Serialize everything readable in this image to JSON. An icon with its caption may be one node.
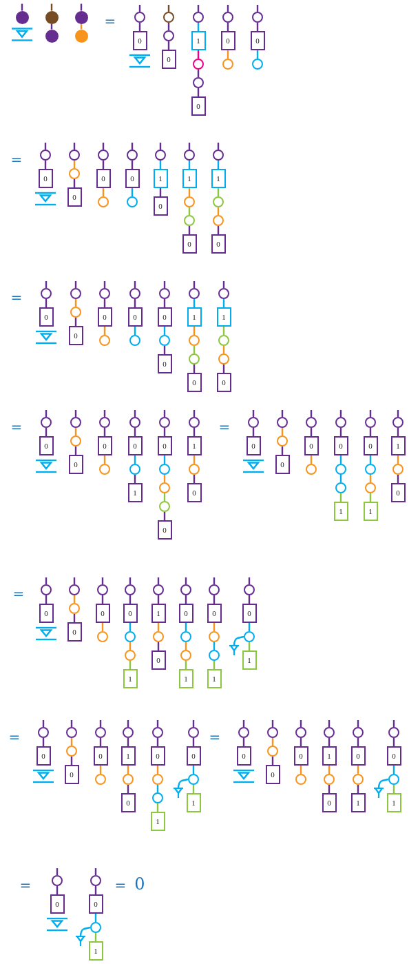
{
  "diagram": {
    "nodes": [
      {
        "text": [],
        "shape": "circle"
      },
      {
        "text": [],
        "shape": "circle"
      },
      {
        "text": [],
        "shape": "circle"
      },
      {
        "text": [],
        "shape": "circle"
      },
      {
        "text": [],
        "shape": "circle"
      },
      {
        "text": [],
        "shape": "circle"
      },
      {
        "text": [
          "0"
        ]
      },
      {
        "text": [],
        "shape": "circle"
      },
      {
        "text": [],
        "shape": "circle"
      },
      {
        "text": [
          "0"
        ]
      },
      {
        "text": [],
        "shape": "circle"
      },
      {
        "text": [
          "1"
        ]
      },
      {
        "text": [],
        "shape": "circle"
      },
      {
        "text": [],
        "shape": "circle"
      },
      {
        "text": [
          "0"
        ]
      },
      {
        "text": [],
        "shape": "circle"
      },
      {
        "text": [
          "0"
        ]
      },
      {
        "text": [],
        "shape": "circle"
      },
      {
        "text": [],
        "shape": "circle"
      },
      {
        "text": [
          "0"
        ]
      },
      {
        "text": [],
        "shape": "circle"
      },
      {
        "text": [],
        "shape": "circle"
      },
      {
        "text": [
          "0"
        ]
      },
      {
        "text": [],
        "shape": "circle"
      },
      {
        "text": [],
        "shape": "circle"
      },
      {
        "text": [
          "0"
        ]
      },
      {
        "text": [],
        "shape": "circle"
      },
      {
        "text": [
          "0"
        ]
      },
      {
        "text": [],
        "shape": "circle"
      },
      {
        "text": [],
        "shape": "circle"
      },
      {
        "text": [
          "0"
        ]
      },
      {
        "text": [],
        "shape": "circle"
      },
      {
        "text": [],
        "shape": "circle"
      },
      {
        "text": [
          "1"
        ]
      },
      {
        "text": [
          "0"
        ]
      },
      {
        "text": [],
        "shape": "circle"
      },
      {
        "text": [
          "1"
        ]
      },
      {
        "text": [],
        "shape": "circle"
      },
      {
        "text": [],
        "shape": "circle"
      },
      {
        "text": [
          "0"
        ]
      },
      {
        "text": [],
        "shape": "circle"
      },
      {
        "text": [
          "1"
        ]
      },
      {
        "text": [],
        "shape": "circle"
      },
      {
        "text": [],
        "shape": "circle"
      },
      {
        "text": [
          "0"
        ]
      },
      {
        "text": [],
        "shape": "circle"
      },
      {
        "text": [
          "0"
        ]
      },
      {
        "text": [],
        "shape": "circle"
      },
      {
        "text": [],
        "shape": "circle"
      },
      {
        "text": [
          "0"
        ]
      },
      {
        "text": [],
        "shape": "circle"
      },
      {
        "text": [
          "0"
        ]
      },
      {
        "text": [],
        "shape": "circle"
      },
      {
        "text": [],
        "shape": "circle"
      },
      {
        "text": [
          "0"
        ]
      },
      {
        "text": [],
        "shape": "circle"
      },
      {
        "text": [],
        "shape": "circle"
      },
      {
        "text": [
          "0"
        ]
      },
      {
        "text": [],
        "shape": "circle"
      },
      {
        "text": [
          "0"
        ]
      },
      {
        "text": [],
        "shape": "circle"
      },
      {
        "text": [
          "1"
        ]
      },
      {
        "text": [],
        "shape": "circle"
      },
      {
        "text": [],
        "shape": "circle"
      },
      {
        "text": [
          "0"
        ]
      },
      {
        "text": [],
        "shape": "circle"
      },
      {
        "text": [
          "1"
        ]
      },
      {
        "text": [],
        "shape": "circle"
      },
      {
        "text": [],
        "shape": "circle"
      },
      {
        "text": [
          "0"
        ]
      },
      {
        "text": [],
        "shape": "circle"
      },
      {
        "text": [
          "0"
        ]
      },
      {
        "text": [],
        "shape": "circle"
      },
      {
        "text": [],
        "shape": "circle"
      },
      {
        "text": [
          "0"
        ]
      },
      {
        "text": [],
        "shape": "circle"
      },
      {
        "text": [
          "0"
        ]
      },
      {
        "text": [],
        "shape": "circle"
      },
      {
        "text": [],
        "shape": "circle"
      },
      {
        "text": [
          "0"
        ]
      },
      {
        "text": [],
        "shape": "circle"
      },
      {
        "text": [
          "1"
        ]
      },
      {
        "text": [],
        "shape": "circle"
      },
      {
        "text": [
          "0"
        ]
      },
      {
        "text": [],
        "shape": "circle"
      },
      {
        "text": [],
        "shape": "circle"
      },
      {
        "text": [],
        "shape": "circle"
      },
      {
        "text": [
          "0"
        ]
      },
      {
        "text": [],
        "shape": "circle"
      },
      {
        "text": [
          "1"
        ]
      },
      {
        "text": [],
        "shape": "circle"
      },
      {
        "text": [
          "0"
        ]
      },
      {
        "text": [],
        "shape": "circle"
      },
      {
        "text": [
          "0"
        ]
      },
      {
        "text": [],
        "shape": "circle"
      },
      {
        "text": [],
        "shape": "circle"
      },
      {
        "text": [
          "0"
        ]
      },
      {
        "text": [],
        "shape": "circle"
      },
      {
        "text": [
          "0"
        ]
      },
      {
        "text": [],
        "shape": "circle"
      },
      {
        "text": [],
        "shape": "circle"
      },
      {
        "text": [
          "0"
        ]
      },
      {
        "text": [],
        "shape": "circle"
      },
      {
        "text": [],
        "shape": "circle"
      },
      {
        "text": [
          "1"
        ]
      },
      {
        "text": [],
        "shape": "circle"
      },
      {
        "text": [
          "0"
        ]
      },
      {
        "text": [],
        "shape": "circle"
      },
      {
        "text": [],
        "shape": "circle"
      },
      {
        "text": [
          "1"
        ]
      },
      {
        "text": [],
        "shape": "circle"
      },
      {
        "text": [
          "1"
        ]
      },
      {
        "text": [],
        "shape": "circle"
      },
      {
        "text": [
          "0"
        ]
      },
      {
        "text": [],
        "shape": "circle"
      },
      {
        "text": [
          "0"
        ]
      },
      {
        "text": [],
        "shape": "circle"
      },
      {
        "text": [],
        "shape": "circle"
      },
      {
        "text": [
          "0"
        ]
      },
      {
        "text": [],
        "shape": "circle"
      },
      {
        "text": [
          "0"
        ]
      },
      {
        "text": [],
        "shape": "circle"
      },
      {
        "text": [],
        "shape": "circle"
      },
      {
        "text": [
          "0"
        ]
      },
      {
        "text": [],
        "shape": "circle"
      },
      {
        "text": [],
        "shape": "circle"
      },
      {
        "text": [
          "1"
        ]
      },
      {
        "text": [],
        "shape": "circle"
      },
      {
        "text": [
          "1"
        ]
      },
      {
        "text": [],
        "shape": "circle"
      },
      {
        "text": [
          "0"
        ]
      },
      {
        "text": [],
        "shape": "circle"
      },
      {
        "text": [
          "0"
        ]
      },
      {
        "text": [],
        "shape": "circle"
      },
      {
        "text": [],
        "shape": "circle"
      },
      {
        "text": [
          "1"
        ]
      },
      {
        "text": [],
        "shape": "circle"
      },
      {
        "text": [
          "0"
        ]
      },
      {
        "text": [],
        "shape": "circle"
      },
      {
        "text": [],
        "shape": "circle"
      },
      {
        "text": [
          "1"
        ]
      },
      {
        "text": [],
        "shape": "circle"
      },
      {
        "text": [
          "0"
        ]
      },
      {
        "text": [],
        "shape": "circle"
      },
      {
        "text": [
          "1"
        ]
      },
      {
        "text": [],
        "shape": "circle"
      },
      {
        "text": [
          "0"
        ]
      },
      {
        "text": [],
        "shape": "circle"
      },
      {
        "text": [],
        "shape": "circle"
      },
      {
        "text": [
          "0"
        ]
      },
      {
        "text": [],
        "shape": "circle"
      },
      {
        "text": [
          "0"
        ]
      },
      {
        "text": [],
        "shape": "circle"
      },
      {
        "text": [],
        "shape": "circle"
      },
      {
        "text": [
          "1"
        ]
      },
      {
        "text": [],
        "shape": "circle"
      },
      {
        "text": [
          "0"
        ]
      },
      {
        "text": [],
        "shape": "circle"
      },
      {
        "text": [
          "0"
        ]
      },
      {
        "text": [],
        "shape": "circle"
      },
      {
        "text": [],
        "shape": "circle"
      },
      {
        "text": [
          "1"
        ]
      },
      {
        "text": [],
        "shape": "circle"
      },
      {
        "text": [
          "0"
        ]
      },
      {
        "text": [],
        "shape": "circle"
      },
      {
        "text": [
          "1"
        ]
      },
      {
        "text": [],
        "shape": "circle"
      },
      {
        "text": [
          "0"
        ]
      },
      {
        "text": [],
        "shape": "circle"
      },
      {
        "text": [],
        "shape": "circle"
      },
      {
        "text": [
          "0"
        ]
      },
      {
        "text": [],
        "shape": "circle"
      },
      {
        "text": [
          "0"
        ]
      },
      {
        "text": [],
        "shape": "circle"
      },
      {
        "text": [],
        "shape": "circle"
      },
      {
        "text": [
          "1"
        ]
      },
      {
        "text": [],
        "shape": "circle"
      },
      {
        "text": [
          "0"
        ]
      },
      {
        "text": [],
        "shape": "circle"
      },
      {
        "text": [
          "0"
        ]
      },
      {
        "text": [],
        "shape": "circle"
      },
      {
        "text": [
          "1"
        ]
      },
      {
        "text": [],
        "shape": "circle"
      },
      {
        "text": [
          "0"
        ]
      },
      {
        "text": [],
        "shape": "circle"
      },
      {
        "text": [
          "1"
        ]
      },
      {
        "text": [],
        "shape": "circle"
      },
      {
        "text": [
          "0"
        ]
      },
      {
        "text": [],
        "shape": "circle"
      },
      {
        "text": [
          "0"
        ]
      },
      {
        "text": [],
        "shape": "circle"
      },
      {
        "text": [
          "1"
        ]
      },
      {
        "text": [],
        "shape": "ground"
      },
      {
        "text": [],
        "shape": "ground"
      },
      {
        "text": [],
        "shape": "ground"
      },
      {
        "text": [],
        "shape": "ground"
      }
    ],
    "edges": [
      {
        "from": 1,
        "to": 2,
        "arrow": "none"
      },
      {
        "from": 3,
        "to": 4,
        "arrow": "none",
        "color": "#f7941d"
      },
      {
        "from": 5,
        "to": 6,
        "arrow": "none"
      },
      {
        "from": 7,
        "to": 8,
        "arrow": "none"
      },
      {
        "from": 8,
        "to": 9,
        "arrow": "none"
      },
      {
        "from": 10,
        "to": 11,
        "arrow": "none",
        "color": "#00aeef"
      },
      {
        "from": 11,
        "to": 12,
        "arrow": "none",
        "color": "#ec008c"
      },
      {
        "from": 12,
        "to": 13,
        "arrow": "none"
      },
      {
        "from": 13,
        "to": 14,
        "arrow": "none"
      },
      {
        "from": 15,
        "to": 16,
        "arrow": "none"
      },
      {
        "from": 16,
        "to": 17,
        "arrow": "none",
        "color": "#f7941d"
      },
      {
        "from": 18,
        "to": 19,
        "arrow": "none"
      },
      {
        "from": 19,
        "to": 20,
        "arrow": "none",
        "color": "#00aeef"
      },
      {
        "from": 21,
        "to": 22,
        "arrow": "none"
      },
      {
        "from": 23,
        "to": 24,
        "arrow": "none",
        "color": "#f7941d"
      },
      {
        "from": 24,
        "to": 25,
        "arrow": "none"
      },
      {
        "from": 26,
        "to": 27,
        "arrow": "none"
      },
      {
        "from": 27,
        "to": 28,
        "arrow": "none",
        "color": "#f7941d"
      },
      {
        "from": 29,
        "to": 30,
        "arrow": "none"
      },
      {
        "from": 30,
        "to": 31,
        "arrow": "none",
        "color": "#00aeef"
      },
      {
        "from": 32,
        "to": 33,
        "arrow": "none",
        "color": "#00aeef"
      },
      {
        "from": 33,
        "to": 34,
        "arrow": "none"
      },
      {
        "from": 35,
        "to": 36,
        "arrow": "none",
        "color": "#00aeef"
      },
      {
        "from": 36,
        "to": 37,
        "arrow": "none",
        "color": "#f7941d"
      },
      {
        "from": 37,
        "to": 38,
        "arrow": "none",
        "color": "#8dc63f"
      },
      {
        "from": 38,
        "to": 39,
        "arrow": "none"
      },
      {
        "from": 40,
        "to": 41,
        "arrow": "none",
        "color": "#00aeef"
      },
      {
        "from": 41,
        "to": 42,
        "arrow": "none",
        "color": "#8dc63f"
      },
      {
        "from": 42,
        "to": 43,
        "arrow": "none",
        "color": "#f7941d"
      },
      {
        "from": 43,
        "to": 44,
        "arrow": "none"
      },
      {
        "from": 45,
        "to": 46,
        "arrow": "none"
      },
      {
        "from": 47,
        "to": 48,
        "arrow": "none",
        "color": "#f7941d"
      },
      {
        "from": 48,
        "to": 49,
        "arrow": "none"
      },
      {
        "from": 50,
        "to": 51,
        "arrow": "none"
      },
      {
        "from": 51,
        "to": 52,
        "arrow": "none",
        "color": "#f7941d"
      },
      {
        "from": 53,
        "to": 54,
        "arrow": "none"
      },
      {
        "from": 54,
        "to": 55,
        "arrow": "none",
        "color": "#00aeef"
      },
      {
        "from": 56,
        "to": 57,
        "arrow": "none"
      },
      {
        "from": 57,
        "to": 58,
        "arrow": "none",
        "color": "#00aeef"
      },
      {
        "from": 58,
        "to": 59,
        "arrow": "none"
      },
      {
        "from": 60,
        "to": 61,
        "arrow": "none",
        "color": "#00aeef"
      },
      {
        "from": 61,
        "to": 62,
        "arrow": "none",
        "color": "#f7941d"
      },
      {
        "from": 62,
        "to": 63,
        "arrow": "none",
        "color": "#8dc63f"
      },
      {
        "from": 63,
        "to": 64,
        "arrow": "none"
      },
      {
        "from": 65,
        "to": 66,
        "arrow": "none",
        "color": "#00aeef"
      },
      {
        "from": 66,
        "to": 67,
        "arrow": "none",
        "color": "#8dc63f"
      },
      {
        "from": 67,
        "to": 68,
        "arrow": "none",
        "color": "#f7941d"
      },
      {
        "from": 68,
        "to": 69,
        "arrow": "none"
      },
      {
        "from": 70,
        "to": 71,
        "arrow": "none"
      },
      {
        "from": 72,
        "to": 73,
        "arrow": "none",
        "color": "#f7941d"
      },
      {
        "from": 73,
        "to": 74,
        "arrow": "none"
      },
      {
        "from": 75,
        "to": 76,
        "arrow": "none"
      },
      {
        "from": 76,
        "to": 77,
        "arrow": "none",
        "color": "#f7941d"
      },
      {
        "from": 78,
        "to": 79,
        "arrow": "none"
      },
      {
        "from": 79,
        "to": 80,
        "arrow": "none",
        "color": "#00aeef"
      },
      {
        "from": 80,
        "to": 81,
        "arrow": "none"
      },
      {
        "from": 82,
        "to": 83,
        "arrow": "none"
      },
      {
        "from": 83,
        "to": 84,
        "arrow": "none",
        "color": "#00aeef"
      },
      {
        "from": 84,
        "to": 85,
        "arrow": "none",
        "color": "#f7941d"
      },
      {
        "from": 85,
        "to": 86,
        "arrow": "none",
        "color": "#8dc63f"
      },
      {
        "from": 86,
        "to": 87,
        "arrow": "none"
      },
      {
        "from": 88,
        "to": 89,
        "arrow": "none"
      },
      {
        "from": 89,
        "to": 90,
        "arrow": "none",
        "color": "#f7941d"
      },
      {
        "from": 90,
        "to": 91,
        "arrow": "none"
      },
      {
        "from": 92,
        "to": 93,
        "arrow": "none"
      },
      {
        "from": 94,
        "to": 95,
        "arrow": "none",
        "color": "#f7941d"
      },
      {
        "from": 95,
        "to": 96,
        "arrow": "none"
      },
      {
        "from": 97,
        "to": 98,
        "arrow": "none"
      },
      {
        "from": 98,
        "to": 99,
        "arrow": "none",
        "color": "#f7941d"
      },
      {
        "from": 100,
        "to": 101,
        "arrow": "none"
      },
      {
        "from": 101,
        "to": 102,
        "arrow": "none",
        "color": "#00aeef"
      },
      {
        "from": 102,
        "to": 103,
        "arrow": "none",
        "color": "#00aeef"
      },
      {
        "from": 103,
        "to": 104,
        "arrow": "none",
        "color": "#8dc63f"
      },
      {
        "from": 105,
        "to": 106,
        "arrow": "none"
      },
      {
        "from": 106,
        "to": 107,
        "arrow": "none",
        "color": "#00aeef"
      },
      {
        "from": 107,
        "to": 108,
        "arrow": "none",
        "color": "#f7941d"
      },
      {
        "from": 108,
        "to": 109,
        "arrow": "none",
        "color": "#8dc63f"
      },
      {
        "from": 110,
        "to": 111,
        "arrow": "none"
      },
      {
        "from": 111,
        "to": 112,
        "arrow": "none",
        "color": "#f7941d"
      },
      {
        "from": 112,
        "to": 113,
        "arrow": "none"
      },
      {
        "from": 114,
        "to": 115,
        "arrow": "none"
      },
      {
        "from": 116,
        "to": 117,
        "arrow": "none",
        "color": "#f7941d"
      },
      {
        "from": 117,
        "to": 118,
        "arrow": "none"
      },
      {
        "from": 119,
        "to": 120,
        "arrow": "none"
      },
      {
        "from": 120,
        "to": 121,
        "arrow": "none",
        "color": "#f7941d"
      },
      {
        "from": 122,
        "to": 123,
        "arrow": "none"
      },
      {
        "from": 123,
        "to": 124,
        "arrow": "none",
        "color": "#00aeef"
      },
      {
        "from": 124,
        "to": 125,
        "arrow": "none",
        "color": "#f7941d"
      },
      {
        "from": 125,
        "to": 126,
        "arrow": "none",
        "color": "#8dc63f"
      },
      {
        "from": 127,
        "to": 128,
        "arrow": "none"
      },
      {
        "from": 128,
        "to": 129,
        "arrow": "none",
        "color": "#f7941d"
      },
      {
        "from": 129,
        "to": 130,
        "arrow": "none"
      },
      {
        "from": 131,
        "to": 132,
        "arrow": "none"
      },
      {
        "from": 132,
        "to": 133,
        "arrow": "none",
        "color": "#00aeef"
      },
      {
        "from": 133,
        "to": 134,
        "arrow": "none",
        "color": "#f7941d"
      },
      {
        "from": 134,
        "to": 135,
        "arrow": "none",
        "color": "#8dc63f"
      },
      {
        "from": 136,
        "to": 137,
        "arrow": "none"
      },
      {
        "from": 137,
        "to": 138,
        "arrow": "none",
        "color": "#f7941d"
      },
      {
        "from": 138,
        "to": 139,
        "arrow": "none",
        "color": "#00aeef"
      },
      {
        "from": 139,
        "to": 140,
        "arrow": "none",
        "color": "#8dc63f"
      },
      {
        "from": 141,
        "to": 142,
        "arrow": "none"
      },
      {
        "from": 142,
        "to": 143,
        "arrow": "none",
        "color": "#00aeef"
      },
      {
        "from": 143,
        "to": 144,
        "arrow": "none",
        "color": "#8dc63f"
      },
      {
        "from": 145,
        "to": 146,
        "arrow": "none"
      },
      {
        "from": 147,
        "to": 148,
        "arrow": "none",
        "color": "#f7941d"
      },
      {
        "from": 148,
        "to": 149,
        "arrow": "none"
      },
      {
        "from": 150,
        "to": 151,
        "arrow": "none"
      },
      {
        "from": 151,
        "to": 152,
        "arrow": "none",
        "color": "#f7941d"
      },
      {
        "from": 153,
        "to": 154,
        "arrow": "none"
      },
      {
        "from": 154,
        "to": 155,
        "arrow": "none",
        "color": "#f7941d"
      },
      {
        "from": 155,
        "to": 156,
        "arrow": "none"
      },
      {
        "from": 157,
        "to": 158,
        "arrow": "none"
      },
      {
        "from": 158,
        "to": 159,
        "arrow": "none",
        "color": "#f7941d"
      },
      {
        "from": 159,
        "to": 160,
        "arrow": "none",
        "color": "#00aeef"
      },
      {
        "from": 160,
        "to": 161,
        "arrow": "none",
        "color": "#8dc63f"
      },
      {
        "from": 162,
        "to": 163,
        "arrow": "none"
      },
      {
        "from": 163,
        "to": 164,
        "arrow": "none",
        "color": "#00aeef"
      },
      {
        "from": 164,
        "to": 165,
        "arrow": "none",
        "color": "#8dc63f"
      },
      {
        "from": 166,
        "to": 167,
        "arrow": "none"
      },
      {
        "from": 168,
        "to": 169,
        "arrow": "none",
        "color": "#f7941d"
      },
      {
        "from": 169,
        "to": 170,
        "arrow": "none"
      },
      {
        "from": 171,
        "to": 172,
        "arrow": "none"
      },
      {
        "from": 172,
        "to": 173,
        "arrow": "none",
        "color": "#f7941d"
      },
      {
        "from": 174,
        "to": 175,
        "arrow": "none"
      },
      {
        "from": 175,
        "to": 176,
        "arrow": "none",
        "color": "#f7941d"
      },
      {
        "from": 176,
        "to": 177,
        "arrow": "none"
      },
      {
        "from": 178,
        "to": 179,
        "arrow": "none"
      },
      {
        "from": 179,
        "to": 180,
        "arrow": "none",
        "color": "#f7941d"
      },
      {
        "from": 180,
        "to": 181,
        "arrow": "none"
      },
      {
        "from": 182,
        "to": 183,
        "arrow": "none"
      },
      {
        "from": 183,
        "to": 184,
        "arrow": "none",
        "color": "#00aeef"
      },
      {
        "from": 184,
        "to": 185,
        "arrow": "none",
        "color": "#8dc63f"
      },
      {
        "from": 186,
        "to": 187,
        "arrow": "none"
      },
      {
        "from": 188,
        "to": 189,
        "arrow": "none"
      },
      {
        "from": 189,
        "to": 190,
        "arrow": "none",
        "color": "#00aeef"
      },
      {
        "from": 190,
        "to": 191,
        "arrow": "none",
        "color": "#8dc63f"
      },
      {
        "from": 143,
        "to": 192,
        "arrow": "none",
        "color": "#00aeef"
      },
      {
        "from": 164,
        "to": 193,
        "arrow": "none",
        "color": "#00aeef"
      },
      {
        "from": 184,
        "to": 194,
        "arrow": "none",
        "color": "#00aeef"
      },
      {
        "from": 190,
        "to": 195,
        "arrow": "none",
        "color": "#00aeef"
      }
    ],
    "labels": [
      "=",
      "=",
      "=",
      "=",
      "=",
      "=",
      "=",
      "=",
      "=",
      "=",
      "0"
    ]
  }
}
